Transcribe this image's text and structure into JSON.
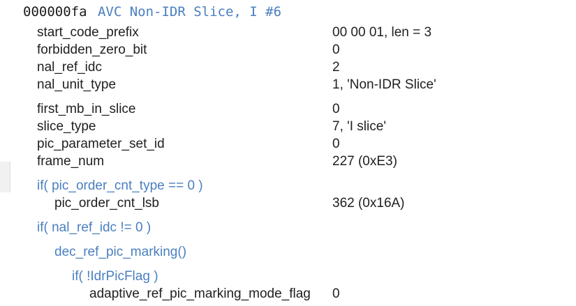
{
  "header": {
    "offset": "000000fa",
    "title": "AVC Non-IDR Slice, I #6"
  },
  "fields": [
    {
      "name": "start_code_prefix",
      "value": "00 00 01, len = 3"
    },
    {
      "name": "forbidden_zero_bit",
      "value": "0"
    },
    {
      "name": "nal_ref_idc",
      "value": "2"
    },
    {
      "name": "nal_unit_type",
      "value": "1, 'Non-IDR Slice'"
    },
    {
      "name": "first_mb_in_slice",
      "value": "0"
    },
    {
      "name": "slice_type",
      "value": "7, 'I slice'"
    },
    {
      "name": "pic_parameter_set_id",
      "value": "0"
    },
    {
      "name": "frame_num",
      "value": "227 (0xE3)"
    },
    {
      "name": "if( pic_order_cnt_type == 0 )",
      "value": ""
    },
    {
      "name": "pic_order_cnt_lsb",
      "value": "362 (0x16A)"
    },
    {
      "name": "if( nal_ref_idc != 0 )",
      "value": ""
    },
    {
      "name": "dec_ref_pic_marking()",
      "value": ""
    },
    {
      "name": "if( !IdrPicFlag )",
      "value": ""
    },
    {
      "name": "adaptive_ref_pic_marking_mode_flag",
      "value": "0"
    }
  ]
}
